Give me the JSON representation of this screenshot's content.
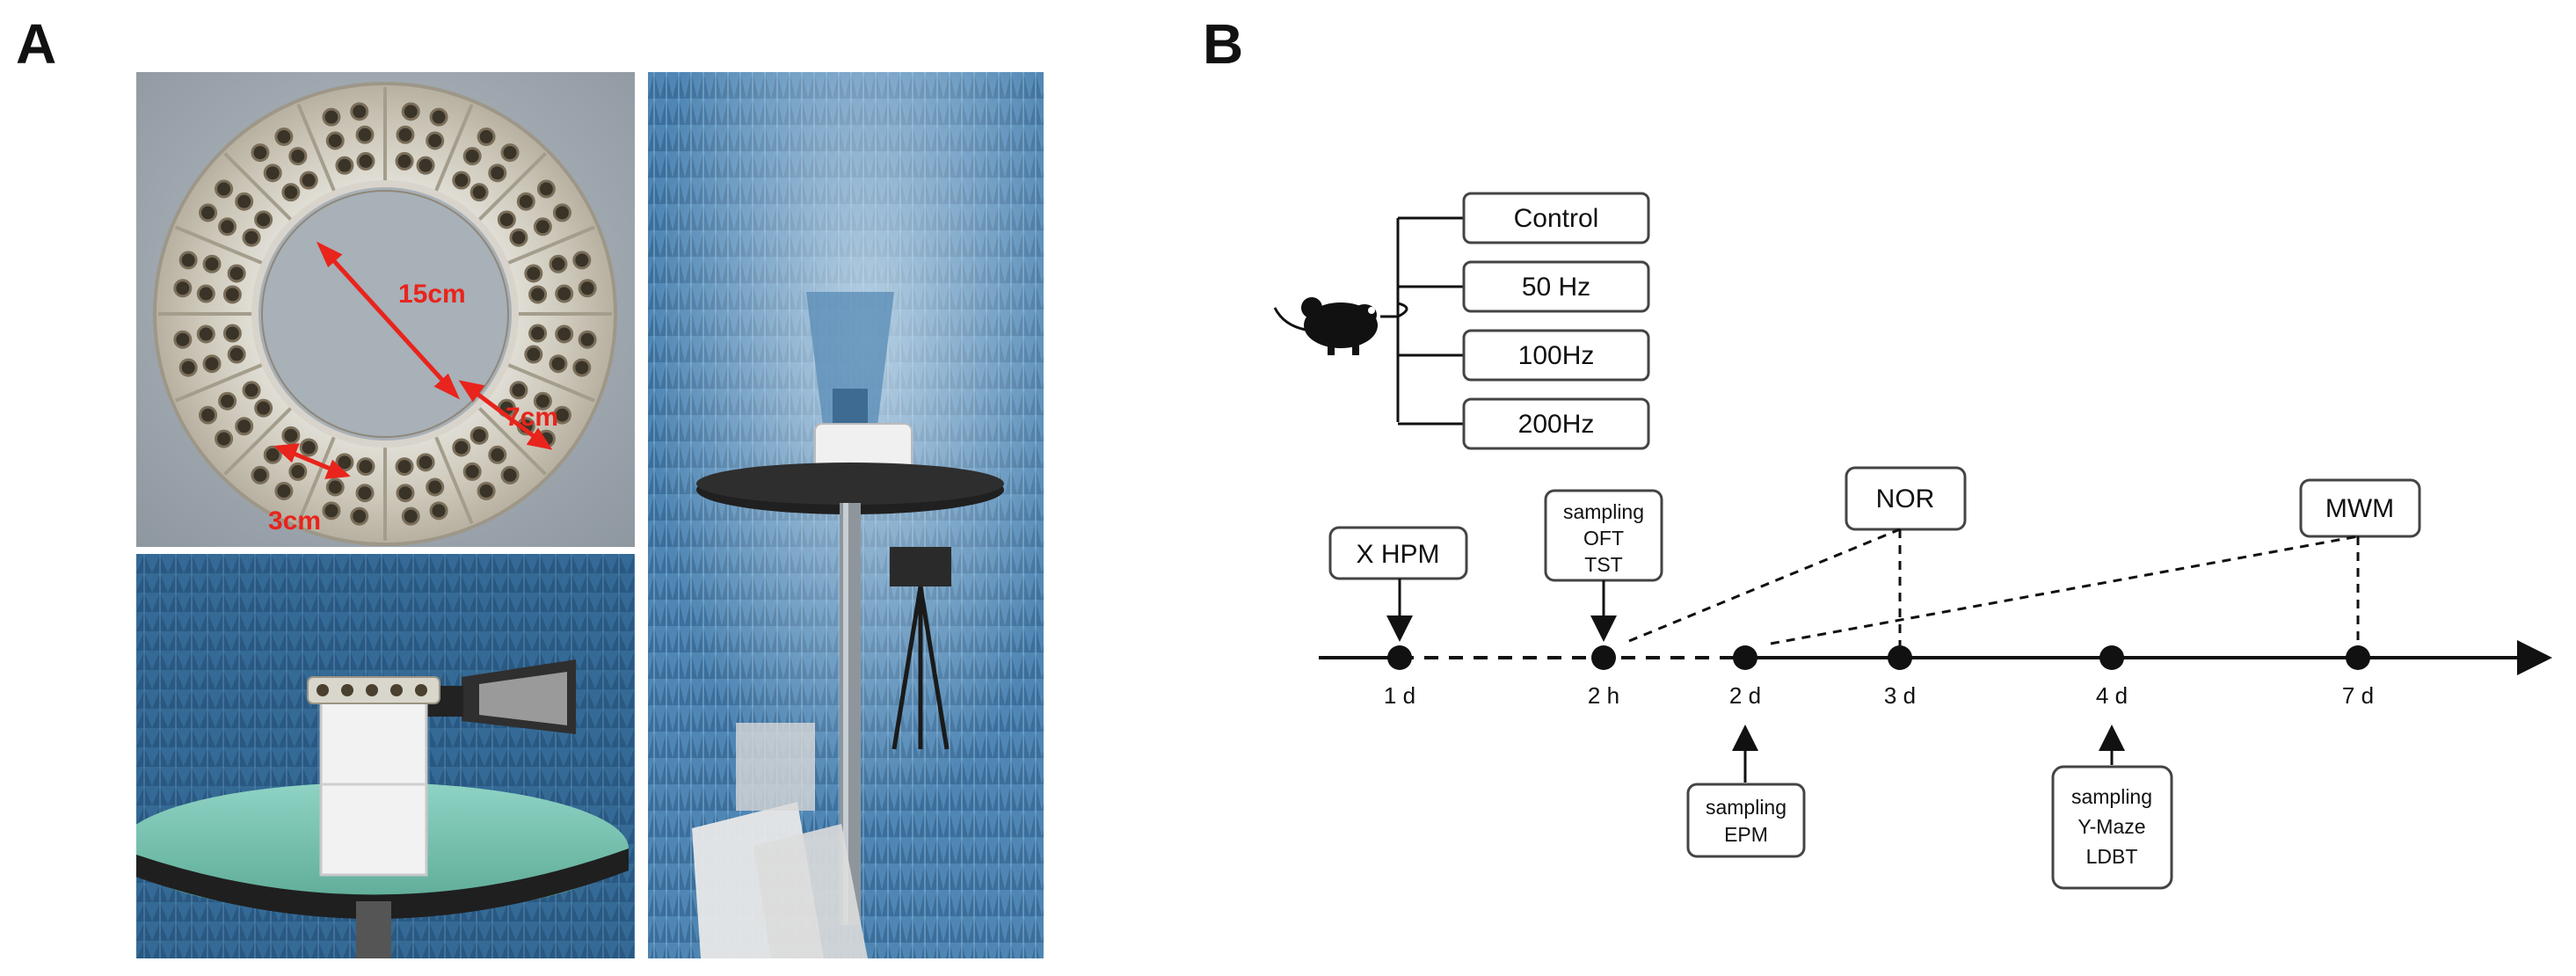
{
  "panels": {
    "a_label": "A",
    "b_label": "B"
  },
  "photo_top_left": {
    "dimensions": {
      "diameter": "15cm",
      "width": "7cm",
      "slot": "3cm"
    },
    "annotation_color": "#e8241c"
  },
  "diagram": {
    "groups": [
      "Control",
      "50 Hz",
      "100Hz",
      "200Hz"
    ],
    "timepoints": [
      "1 d",
      "2 h",
      "2 d",
      "3 d",
      "4 d",
      "7 d"
    ],
    "above_boxes": {
      "exposure": [
        "X HPM"
      ],
      "sampling_2h": [
        "sampling",
        "OFT",
        "TST"
      ],
      "nor": [
        "NOR"
      ],
      "mwm": [
        "MWM"
      ]
    },
    "below_boxes": {
      "sampling_2d": [
        "sampling",
        "EPM"
      ],
      "sampling_4d": [
        "sampling",
        "Y-Maze",
        "LDBT"
      ]
    }
  },
  "colors": {
    "chamber_foam": "#3f74a0",
    "line": "#111111"
  }
}
